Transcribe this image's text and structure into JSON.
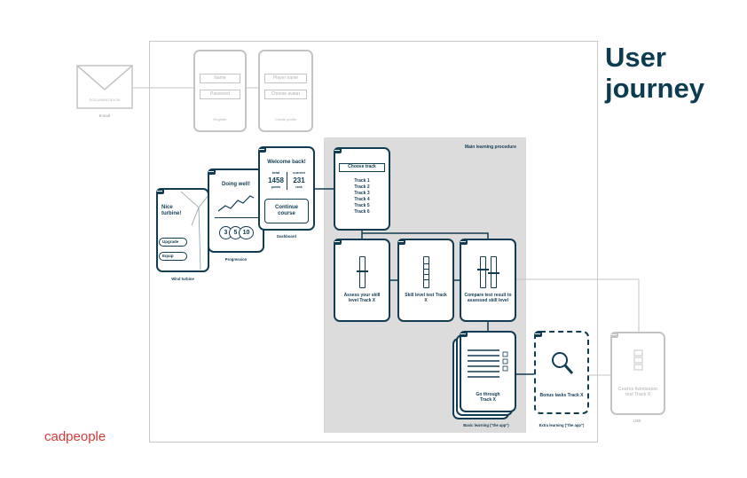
{
  "title": [
    "User",
    "journey"
  ],
  "brand": "cadpeople",
  "email": {
    "body": "DOCUMENTATION",
    "caption": "E-mail"
  },
  "register": {
    "fields": [
      "Name",
      "Password"
    ],
    "caption": "Register"
  },
  "create_profile": {
    "fields": [
      "Player name",
      "Choose avatar"
    ],
    "caption": "Create profile"
  },
  "dashboard": {
    "heading": "Welcome back!",
    "stat1_label": "total",
    "stat1_value": "1458",
    "stat1_unit": "points",
    "stat2_label": "current",
    "stat2_value": "231",
    "stat2_unit": "rank",
    "button": "Continue course",
    "caption": "Dashboard"
  },
  "progression": {
    "heading": "Doing well!",
    "badges": [
      "3",
      "5",
      "10"
    ],
    "caption": "Progression"
  },
  "wind_turbine": {
    "heading": "Nice turbine!",
    "buttons": [
      "Upgrade",
      "Equip"
    ],
    "caption": "Wind turbine"
  },
  "main_area": {
    "label": "Main learning procedure"
  },
  "choose_track": {
    "button": "Choose track",
    "tracks": [
      "Track 1",
      "Track 2",
      "Track 3",
      "Track 4",
      "Track 5",
      "Track 6"
    ]
  },
  "assess": {
    "label": "Assess your skill level Track X"
  },
  "skill_test": {
    "label": "Skill level test Track X"
  },
  "compare": {
    "label": "Compare test result to assessed skill level"
  },
  "go_through": {
    "label": "Go through Track X",
    "caption": "Basic learning (\"the app\")"
  },
  "bonus": {
    "label": "Bonus tasks Track X",
    "caption": "Extra learning (\"the app\")"
  },
  "lms": {
    "label": "Course Admission test Track X",
    "caption": "LMS"
  },
  "colors": {
    "navy": "#123c52",
    "gray_area": "#dcdcdc",
    "faded": "#c4c4c4",
    "brand_red": "#d63a3a"
  },
  "icons": [
    "envelope-icon",
    "chart-line-icon",
    "wind-turbine-icon",
    "magnifier-icon",
    "checklist-icon",
    "slider-icon"
  ]
}
